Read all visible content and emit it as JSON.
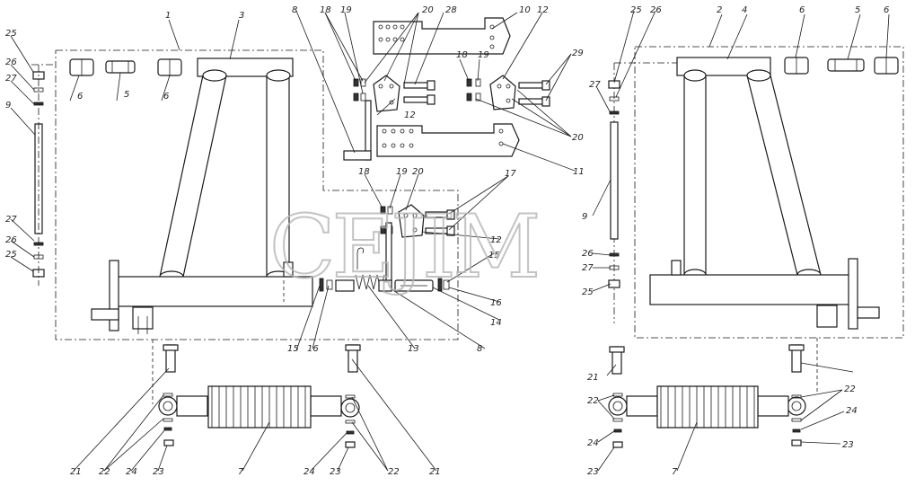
{
  "watermark": "CEJIM",
  "callouts_left": [
    "1",
    "3",
    "8",
    "18",
    "19",
    "20",
    "28",
    "10",
    "12",
    "25",
    "26",
    "27",
    "9",
    "6",
    "5",
    "6",
    "12",
    "18",
    "19",
    "29",
    "20",
    "11",
    "17",
    "18",
    "19",
    "20",
    "12",
    "15",
    "16",
    "14",
    "13",
    "8",
    "15",
    "16",
    "27",
    "26",
    "25"
  ],
  "callouts_right": [
    "25",
    "26",
    "2",
    "4",
    "6",
    "5",
    "6",
    "27",
    "9",
    "26",
    "27",
    "25"
  ],
  "callouts_bottom": [
    "21",
    "22",
    "24",
    "23",
    "7",
    "24",
    "23",
    "22",
    "21",
    "21",
    "22",
    "24",
    "23",
    "7",
    "22",
    "24",
    "23"
  ]
}
